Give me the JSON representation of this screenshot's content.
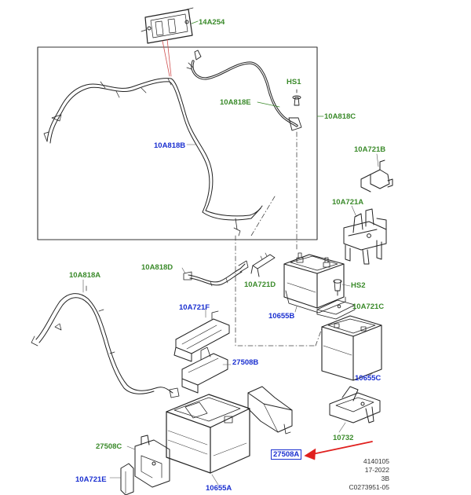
{
  "colors": {
    "supersession": "#3a8a2a",
    "part_number": "#1a2fd0",
    "pointer_arrow": "#e0201e",
    "leader": "#d05050",
    "line_art": "#222222"
  },
  "callouts": [
    {
      "id": "14A254",
      "text": "14A254",
      "color": "green"
    },
    {
      "id": "HS1",
      "text": "HS1",
      "color": "green"
    },
    {
      "id": "10A818E",
      "text": "10A818E",
      "color": "green"
    },
    {
      "id": "10A818C",
      "text": "10A818C",
      "color": "green"
    },
    {
      "id": "10A818B",
      "text": "10A818B",
      "color": "blue"
    },
    {
      "id": "10A721B",
      "text": "10A721B",
      "color": "green"
    },
    {
      "id": "10A721A",
      "text": "10A721A",
      "color": "green"
    },
    {
      "id": "10A818D",
      "text": "10A818D",
      "color": "green"
    },
    {
      "id": "10A721D",
      "text": "10A721D",
      "color": "green"
    },
    {
      "id": "HS2",
      "text": "HS2",
      "color": "green"
    },
    {
      "id": "10655B",
      "text": "10655B",
      "color": "blue"
    },
    {
      "id": "10A721C",
      "text": "10A721C",
      "color": "green"
    },
    {
      "id": "10A818A",
      "text": "10A818A",
      "color": "green"
    },
    {
      "id": "10A721F",
      "text": "10A721F",
      "color": "blue"
    },
    {
      "id": "27508B",
      "text": "27508B",
      "color": "blue"
    },
    {
      "id": "10655C",
      "text": "10655C",
      "color": "blue"
    },
    {
      "id": "10732",
      "text": "10732",
      "color": "green"
    },
    {
      "id": "27508C",
      "text": "27508C",
      "color": "green"
    },
    {
      "id": "27508A",
      "text": "27508A",
      "color": "blue",
      "highlighted": true
    },
    {
      "id": "10A721E",
      "text": "10A721E",
      "color": "blue"
    },
    {
      "id": "10655A",
      "text": "10655A",
      "color": "blue"
    }
  ],
  "stamp": {
    "line1": "4140105",
    "line2": "17-2022",
    "line3": "3B",
    "line4": "C0273951-05"
  }
}
